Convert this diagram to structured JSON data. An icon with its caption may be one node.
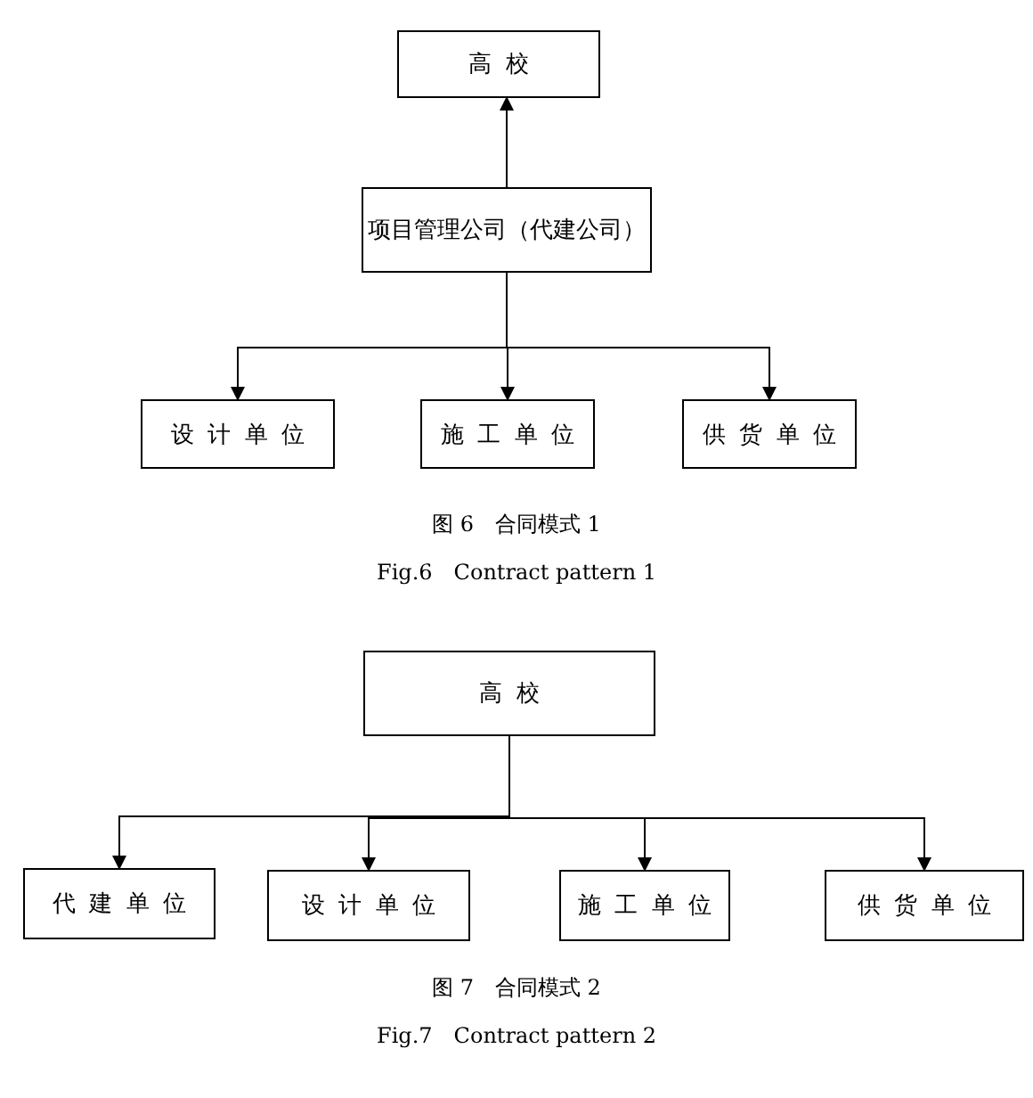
{
  "diagram": {
    "nodes": [
      {
        "text": [
          "高校"
        ]
      },
      {
        "text": [
          "项目管理公司（代建公司）"
        ]
      },
      {
        "text": [
          "设计单位"
        ]
      },
      {
        "text": [
          "施工单位"
        ]
      },
      {
        "text": [
          "供货单位"
        ]
      },
      {
        "text": [
          "高校"
        ]
      },
      {
        "text": [
          "代建单位"
        ]
      },
      {
        "text": [
          "设计单位"
        ]
      },
      {
        "text": [
          "施工单位"
        ]
      },
      {
        "text": [
          "供货单位"
        ]
      }
    ],
    "edges": [
      {
        "from": 1,
        "to": 0,
        "arrow": "to"
      },
      {
        "from": 1,
        "to": 2,
        "arrow": "to"
      },
      {
        "from": 1,
        "to": 3,
        "arrow": "to"
      },
      {
        "from": 1,
        "to": 4,
        "arrow": "to"
      },
      {
        "from": 5,
        "to": 6,
        "arrow": "to"
      },
      {
        "from": 5,
        "to": 7,
        "arrow": "to"
      },
      {
        "from": 5,
        "to": 8,
        "arrow": "to"
      },
      {
        "from": 5,
        "to": 9,
        "arrow": "to"
      }
    ],
    "labels": [
      "图 6　合同模式 1",
      "Fig.6　Contract pattern 1",
      "图 7　合同模式 2",
      "Fig.7　Contract pattern 2"
    ]
  }
}
